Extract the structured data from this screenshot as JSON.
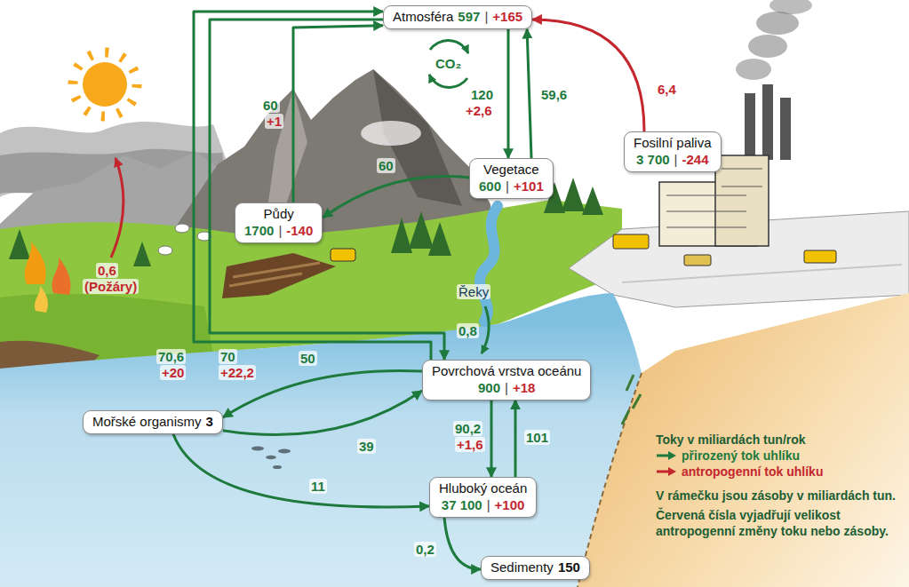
{
  "diagram": {
    "nodes": [
      {
        "text": [
          "Atmosféra",
          "597",
          "|",
          "+165"
        ]
      },
      {
        "text": [
          "Fosilní paliva",
          "3 700",
          "|",
          "-244"
        ]
      },
      {
        "text": [
          "Vegetace",
          "600",
          "|",
          "+101"
        ]
      },
      {
        "text": [
          "Půdy",
          "1700",
          "|",
          "-140"
        ]
      },
      {
        "text": [
          "Povrchová vrstva oceánu",
          "900",
          "|",
          "+18"
        ]
      },
      {
        "text": [
          "Mořské organismy",
          "3"
        ]
      },
      {
        "text": [
          "Hluboký oceán",
          "37 100",
          "|",
          "+100"
        ]
      },
      {
        "text": [
          "Sedimenty",
          "150"
        ]
      }
    ],
    "edges": [
      {
        "from": 3,
        "to": 0,
        "arrow": "to",
        "label": "60"
      },
      {
        "from": 0,
        "to": 2,
        "arrow": "to",
        "label": "120"
      },
      {
        "from": 2,
        "to": 0,
        "arrow": "to",
        "label": "59,6"
      },
      {
        "from": 2,
        "to": 3,
        "arrow": "to",
        "label": "60"
      },
      {
        "from": 1,
        "to": 0,
        "arrow": "to",
        "label": "6,4"
      },
      {
        "from": 4,
        "to": 0,
        "arrow": "to",
        "label": "70,6"
      },
      {
        "from": 0,
        "to": 4,
        "arrow": "to",
        "label": "70"
      },
      {
        "from": 4,
        "to": 5,
        "arrow": "to",
        "label": "50"
      },
      {
        "from": 5,
        "to": 4,
        "arrow": "to",
        "label": "39"
      },
      {
        "from": 5,
        "to": 6,
        "arrow": "to",
        "label": "11"
      },
      {
        "from": 4,
        "to": 6,
        "arrow": "to",
        "label": "90,2"
      },
      {
        "from": 6,
        "to": 4,
        "arrow": "to",
        "label": "101"
      },
      {
        "from": 6,
        "to": 7,
        "arrow": "to",
        "label": "0,2"
      }
    ],
    "labels": [
      "CO₂",
      "+1",
      "+2,6",
      "0,6",
      "(Požáry)",
      "Řeky",
      "0,8",
      "+20",
      "+22,2",
      "+1,6",
      "Toky v miliardách tun/rok",
      "V rámečku jsou zásoby v miliardách tun.",
      "Červená čísla vyjadřují velikost antropogenní změny toku nebo zásoby."
    ],
    "legend": [
      {
        "text": "přirozený tok uhlíku"
      },
      {
        "text": "antropogenní tok uhlíku"
      }
    ]
  }
}
